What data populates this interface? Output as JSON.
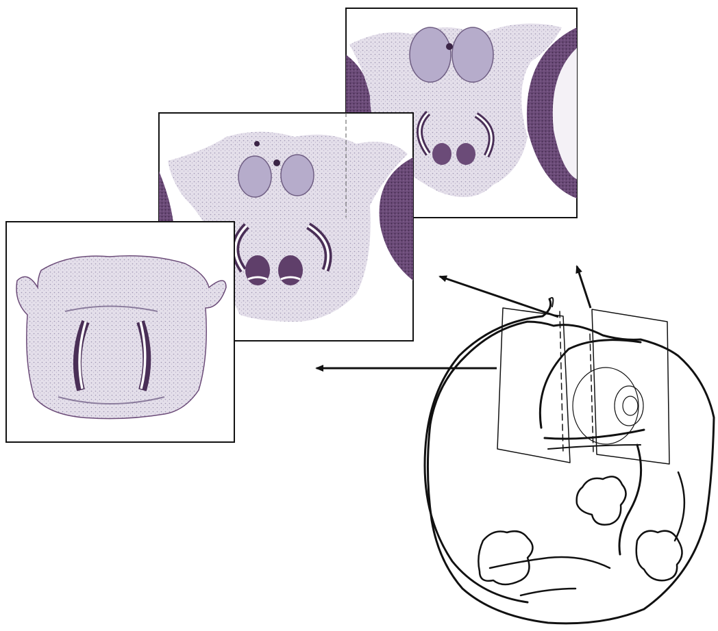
{
  "figure": {
    "panels": [
      {
        "id": "back",
        "depicts": "histology-section-eye-level"
      },
      {
        "id": "middle",
        "depicts": "histology-section-nasal-mid"
      },
      {
        "id": "front",
        "depicts": "histology-section-nasal-anterior"
      }
    ],
    "stain_colors": {
      "background": "#ffffff",
      "tissue_light": "#d9d3e2",
      "tissue_mid": "#a99fbd",
      "tissue_dark": "#5f3f6a",
      "tissue_darkest": "#3b2446",
      "frame": "#111111"
    },
    "drawing": {
      "subject": "embryo-head-outline",
      "planes": 2,
      "arrows": 3
    }
  }
}
